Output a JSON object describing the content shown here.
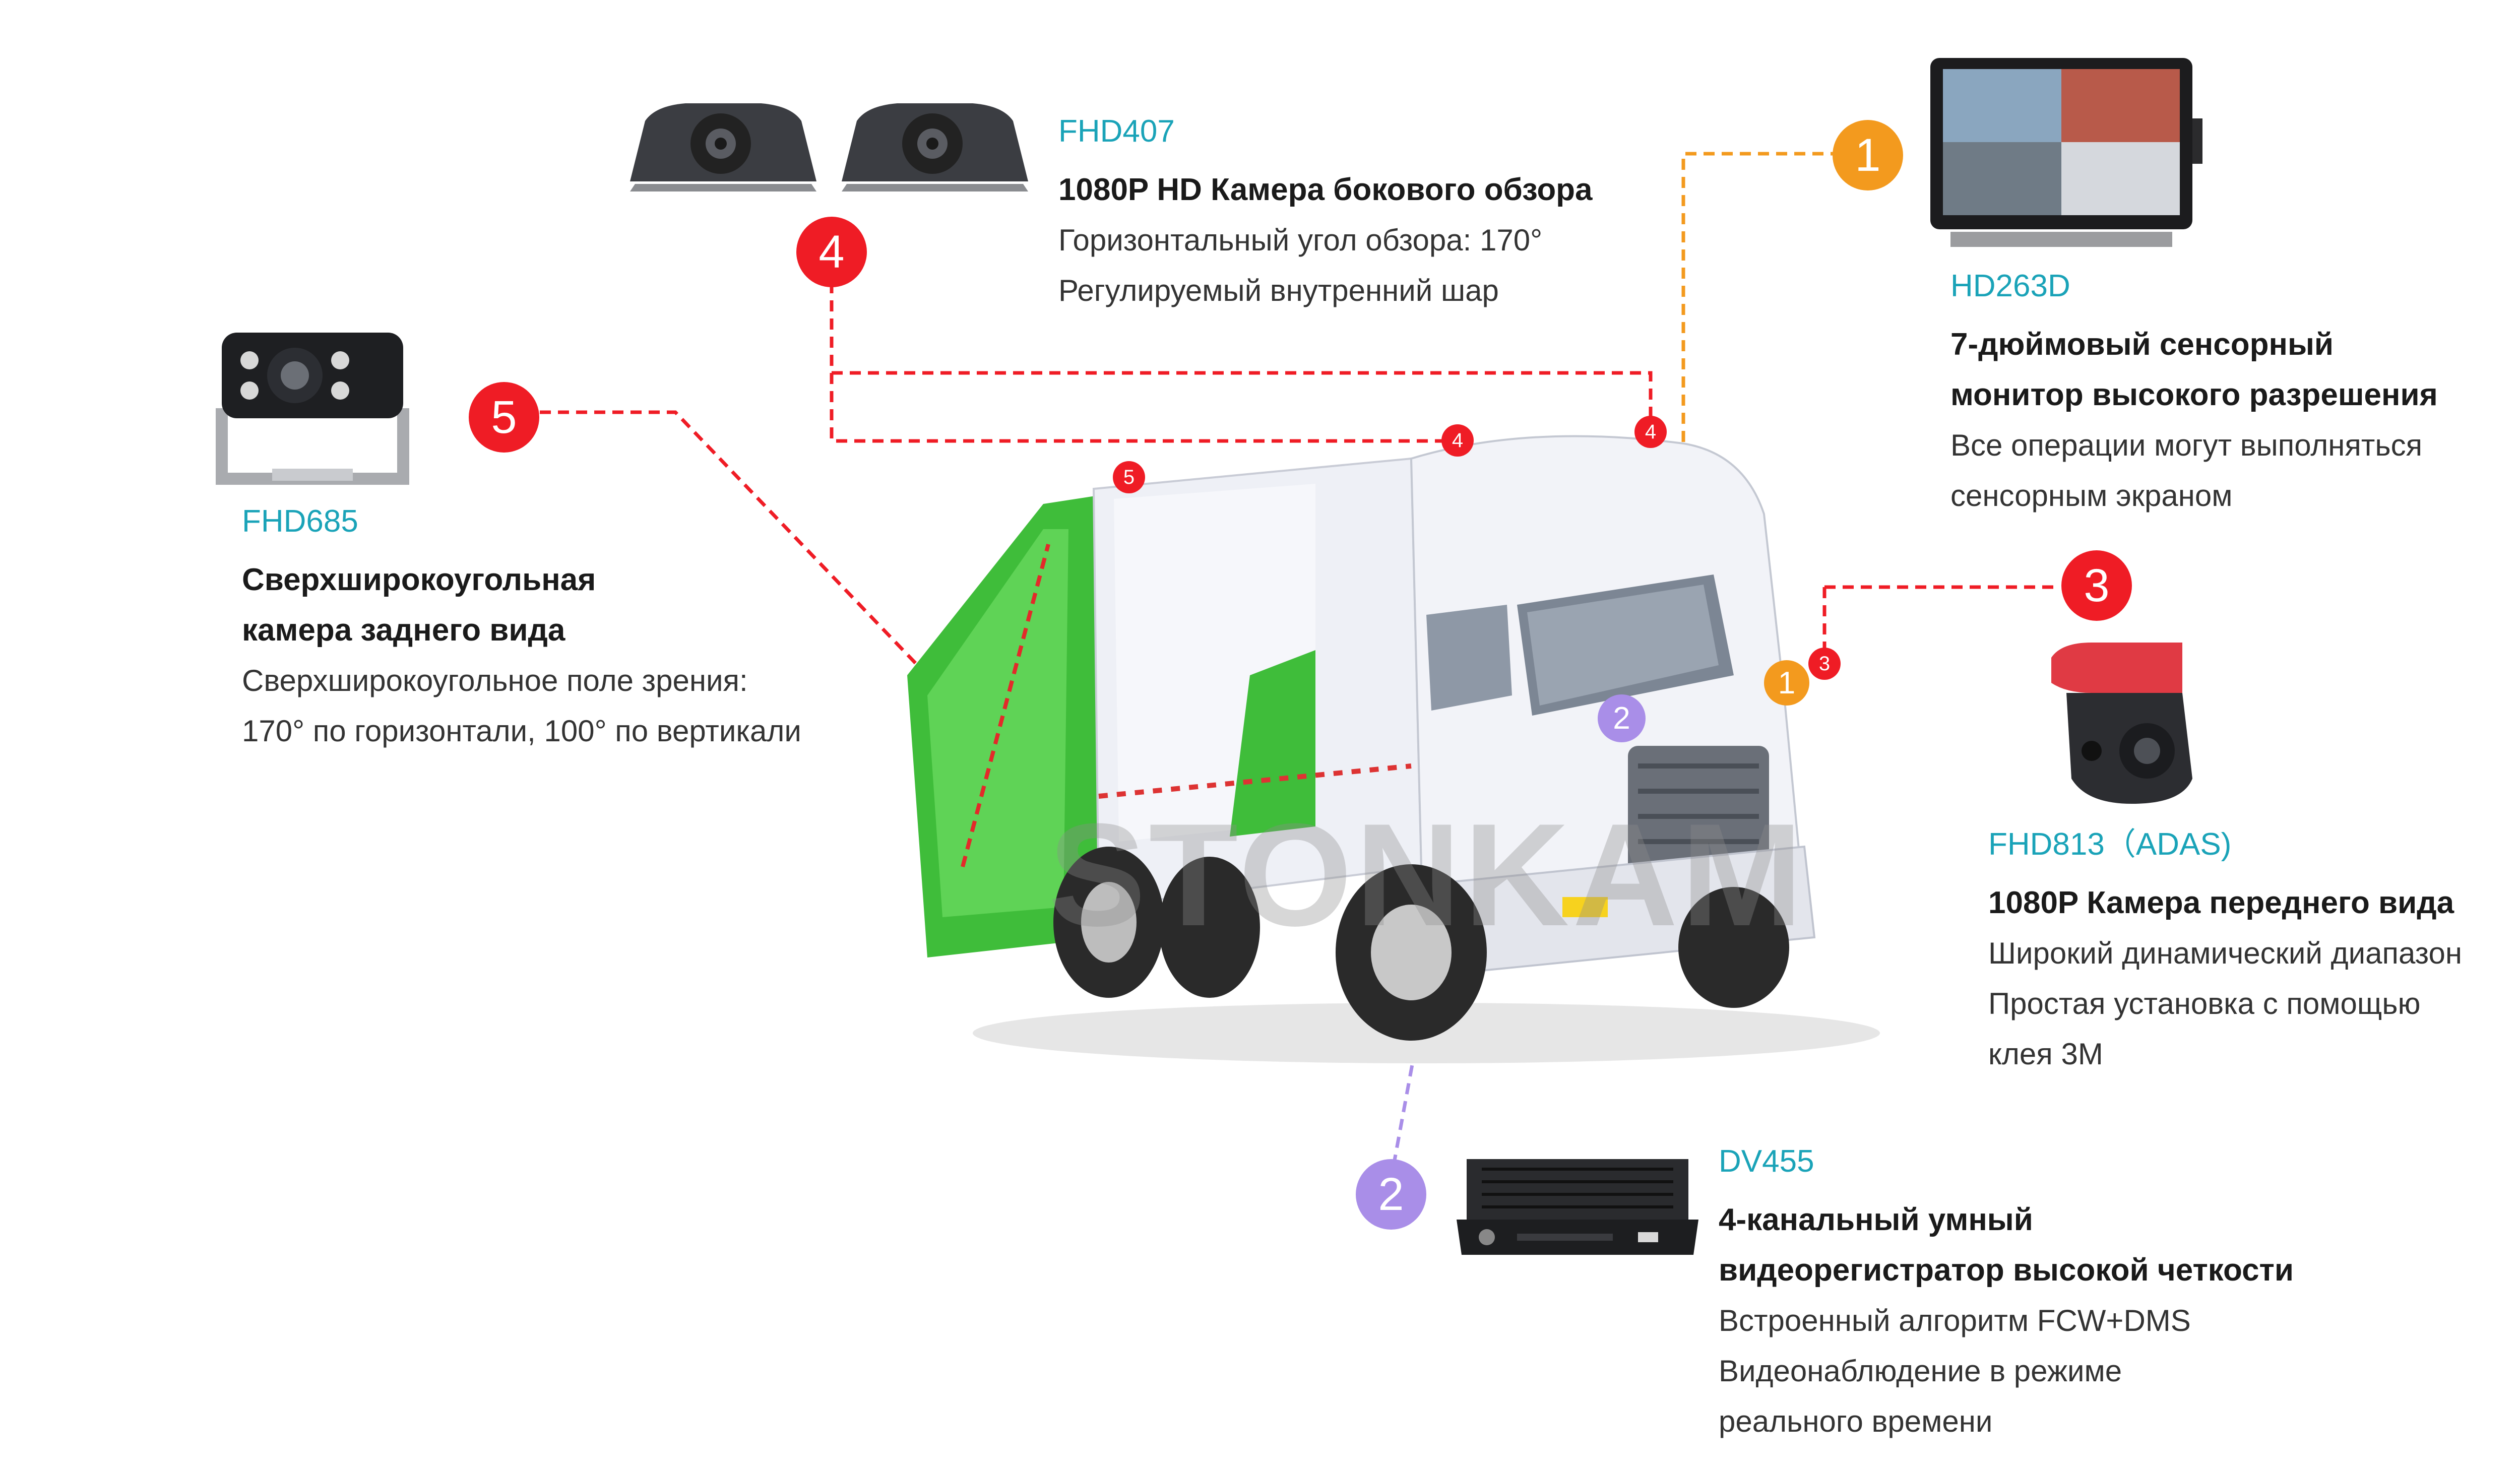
{
  "colors": {
    "red": "#ef1c25",
    "orange": "#f39a1e",
    "purple": "#a98ee8",
    "model_text": "#1aa3b8"
  },
  "watermark": "STONKAM",
  "components": {
    "monitor": {
      "badge": "1",
      "small_badge": "1",
      "model": "HD263D",
      "title_lines": [
        "7-дюймовый сенсорный",
        "монитор высокого разрешения"
      ],
      "desc_lines": [
        "Все операции могут выполняться",
        "сенсорным экраном"
      ]
    },
    "dvr": {
      "badge": "2",
      "small_badge": "2",
      "model": "DV455",
      "title_lines": [
        "4-канальный умный",
        "видеорегистратор высокой четкости"
      ],
      "desc_lines": [
        "Встроенный алгоритм FCW+DMS",
        "Видеонаблюдение в режиме",
        "реального времени"
      ]
    },
    "front_camera": {
      "badge": "3",
      "small_badge": "3",
      "model": "FHD813（ADAS)",
      "title_lines": [
        "1080P Камера переднего вида"
      ],
      "desc_lines": [
        "Широкий динамический диапазон",
        "Простая установка с помощью",
        "клея 3М"
      ]
    },
    "side_camera": {
      "badge": "4",
      "small_badge": "4",
      "model": "FHD407",
      "title_lines": [
        "1080P HD Камера бокового обзора"
      ],
      "desc_lines": [
        "Горизонтальный угол обзора: 170°",
        "Регулируемый внутренний шар"
      ]
    },
    "rear_camera": {
      "badge": "5",
      "small_badge": "5",
      "model": "FHD685",
      "title_lines": [
        "Сверхширокоугольная",
        "камера заднего вида"
      ],
      "desc_lines": [
        "Сверхширокоугольное поле зрения:",
        "170° по горизонтали, 100° по вертикали"
      ]
    }
  }
}
